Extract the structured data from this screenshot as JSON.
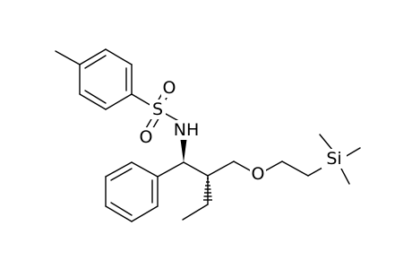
{
  "diagram": {
    "type": "chemical-structure",
    "atom_labels": {
      "sulfur": "S",
      "oxygen_top": "O",
      "oxygen_bottom": "O",
      "nitrogen_hydrogen": "NH",
      "ether_oxygen": "O",
      "silicon": "Si"
    }
  }
}
